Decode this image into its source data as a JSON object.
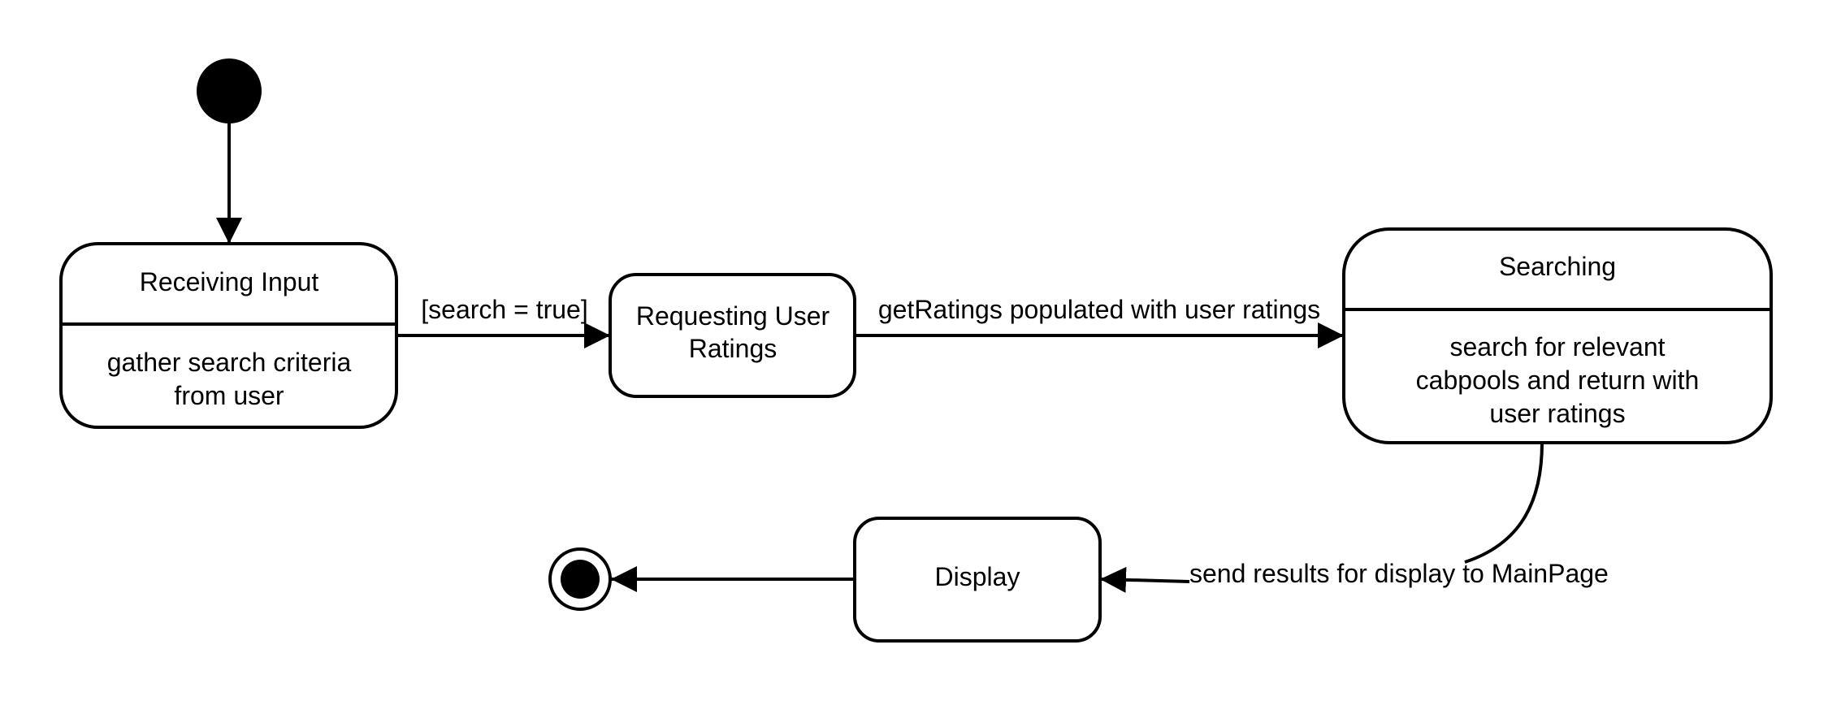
{
  "states": {
    "receiving_input": {
      "name": "Receiving Input",
      "activity": [
        "gather search criteria",
        "from user"
      ]
    },
    "requesting_user_ratings": {
      "name": [
        "Requesting User",
        "Ratings"
      ]
    },
    "searching": {
      "name": "Searching",
      "activity": [
        "search for relevant",
        "cabpools and return with",
        "user ratings"
      ]
    },
    "display": {
      "name": "Display"
    }
  },
  "transitions": {
    "to_requesting": "[search = true]",
    "to_searching": "getRatings populated with user ratings",
    "to_display": "send results for display to MainPage"
  },
  "colors": {
    "stroke": "#000000",
    "fill": "#ffffff"
  }
}
